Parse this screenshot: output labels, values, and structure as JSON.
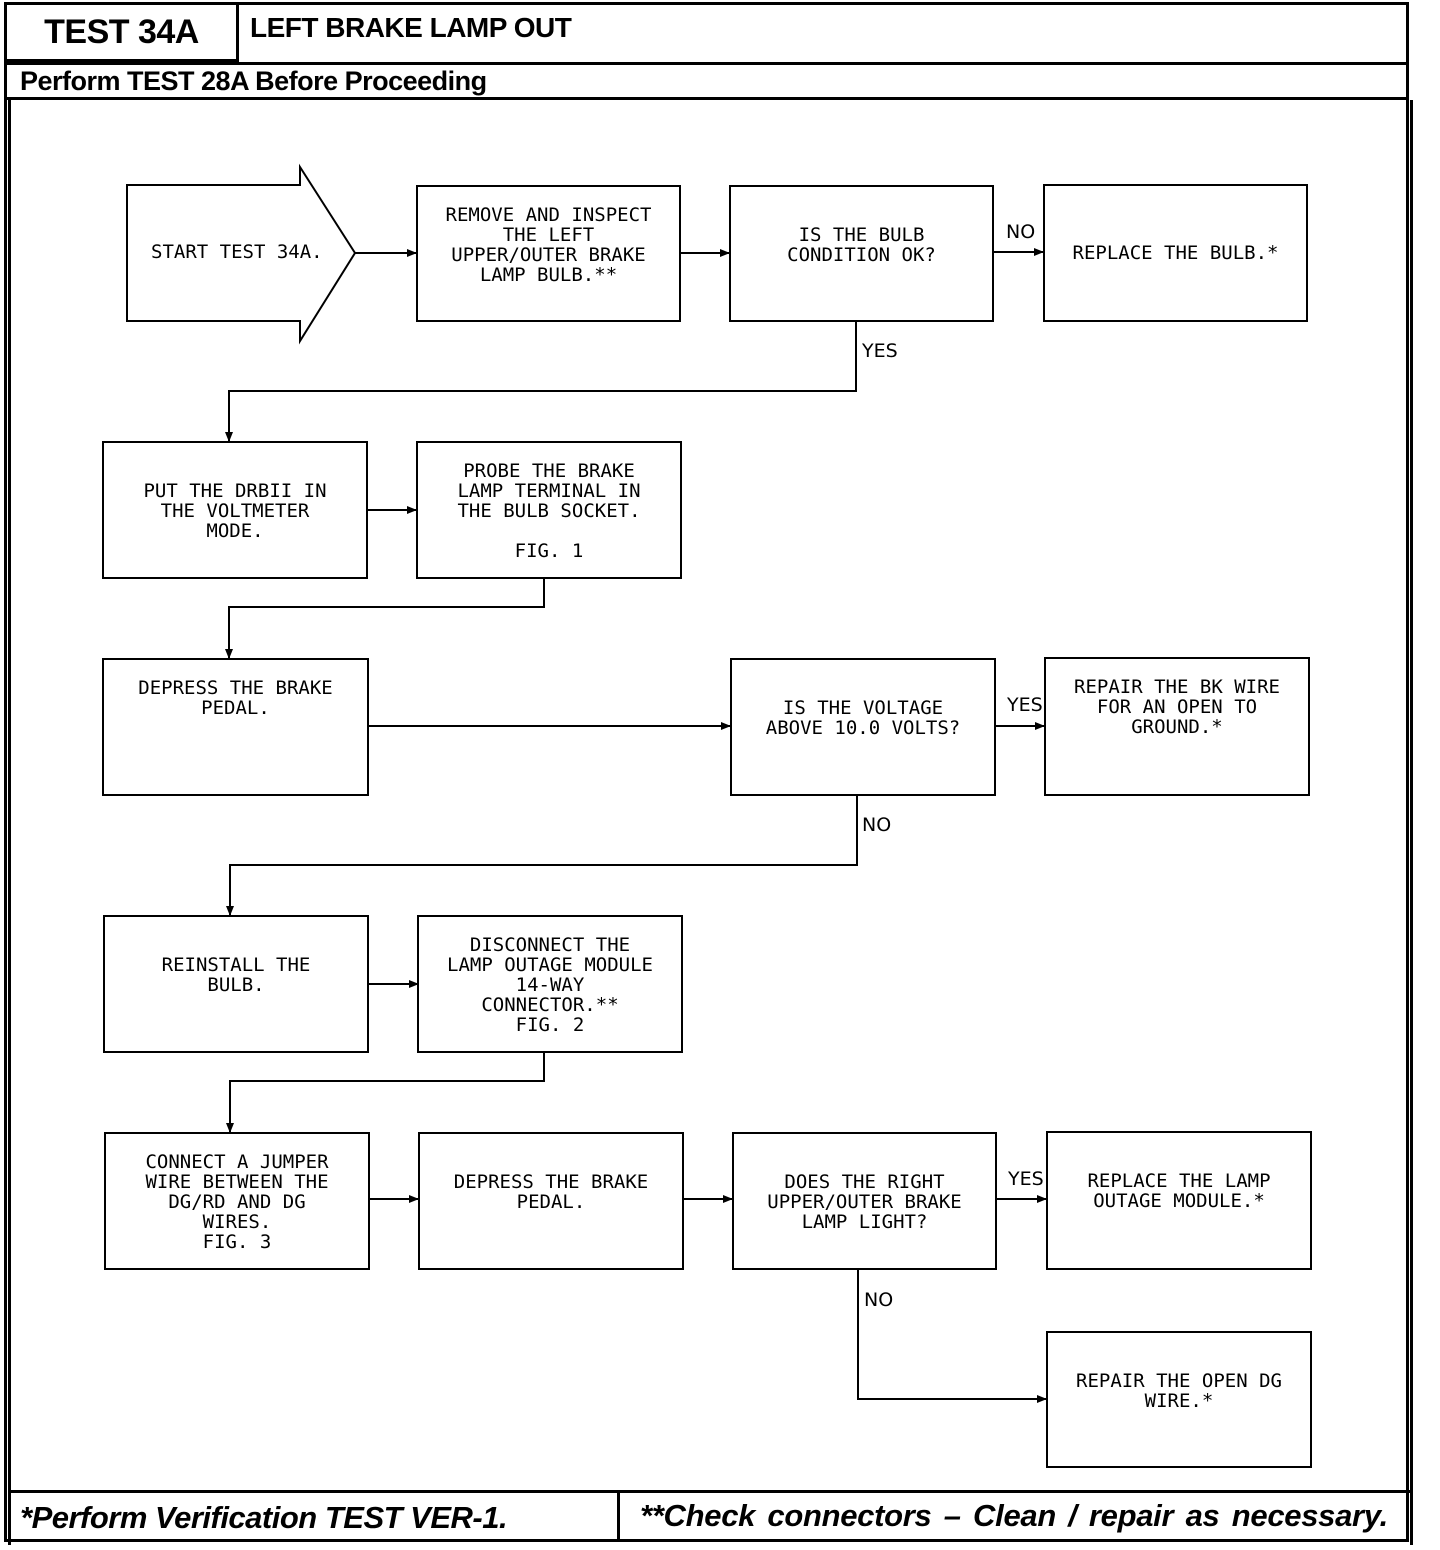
{
  "header": {
    "test_id": "TEST 34A",
    "title": "LEFT BRAKE LAMP OUT",
    "prerequisite": "Perform TEST 28A Before Proceeding"
  },
  "footer": {
    "note_left": "*Perform Verification TEST VER-1.",
    "note_right": "**Check connectors – Clean / repair as necessary."
  },
  "flowchart": {
    "start": "START TEST 34A.",
    "remove_inspect": "REMOVE AND INSPECT\nTHE LEFT\nUPPER/OUTER BRAKE\nLAMP BULB.**",
    "bulb_ok": "IS THE BULB\nCONDITION OK?",
    "replace_bulb": "REPLACE THE BULB.*",
    "drbii": "PUT THE DRBII IN\nTHE VOLTMETER\nMODE.",
    "probe": "PROBE THE BRAKE\nLAMP TERMINAL IN\nTHE BULB SOCKET.\n\nFIG. 1",
    "depress1": "DEPRESS THE BRAKE\nPEDAL.",
    "voltage": "IS THE VOLTAGE\nABOVE 10.0 VOLTS?",
    "repair_bk": "REPAIR THE BK WIRE\nFOR AN OPEN TO\nGROUND.*",
    "reinstall": "REINSTALL THE\nBULB.",
    "disconnect": "DISCONNECT THE\nLAMP OUTAGE MODULE\n14-WAY\nCONNECTOR.**\nFIG. 2",
    "jumper": "CONNECT A JUMPER\nWIRE BETWEEN THE\nDG/RD AND DG\nWIRES.\nFIG. 3",
    "depress2": "DEPRESS THE BRAKE\nPEDAL.",
    "right_lamp": "DOES THE RIGHT\nUPPER/OUTER BRAKE\nLAMP LIGHT?",
    "replace_module": "REPLACE THE LAMP\nOUTAGE MODULE.*",
    "repair_dg": "REPAIR THE OPEN DG\nWIRE.*",
    "labels": {
      "no1": "NO",
      "yes1": "YES",
      "yes2": "YES",
      "no2": "NO",
      "yes3": "YES",
      "no3": "NO"
    }
  }
}
